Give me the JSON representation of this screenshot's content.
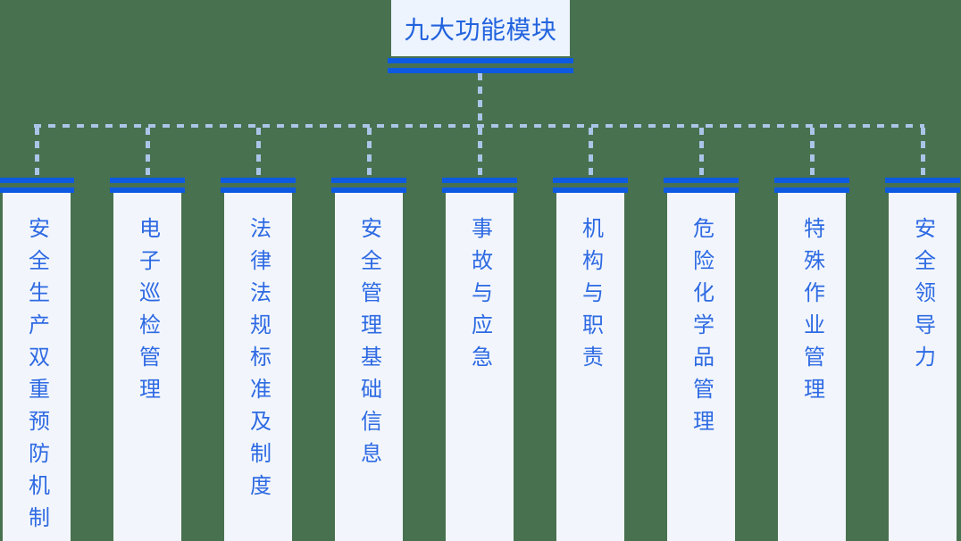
{
  "root": {
    "label": "九大功能模块"
  },
  "modules": [
    {
      "label": "安全生产双重预防机制"
    },
    {
      "label": "电子巡检管理"
    },
    {
      "label": "法律法规标准及制度"
    },
    {
      "label": "安全管理基础信息"
    },
    {
      "label": "事故与应急"
    },
    {
      "label": "机构与职责"
    },
    {
      "label": "危险化学品管理"
    },
    {
      "label": "特殊作业管理"
    },
    {
      "label": "安全领导力"
    }
  ],
  "colors": {
    "canvas_green": "#48714F",
    "column_panel": "#F2F6FC",
    "root_node_bg": "#EDF4FE",
    "accent_bar_blue": "#0E59E2",
    "label_text_blue": "#2E6AE3",
    "root_text_blue": "#2263DE",
    "connector_dash_blue": "#ABC5E8"
  }
}
